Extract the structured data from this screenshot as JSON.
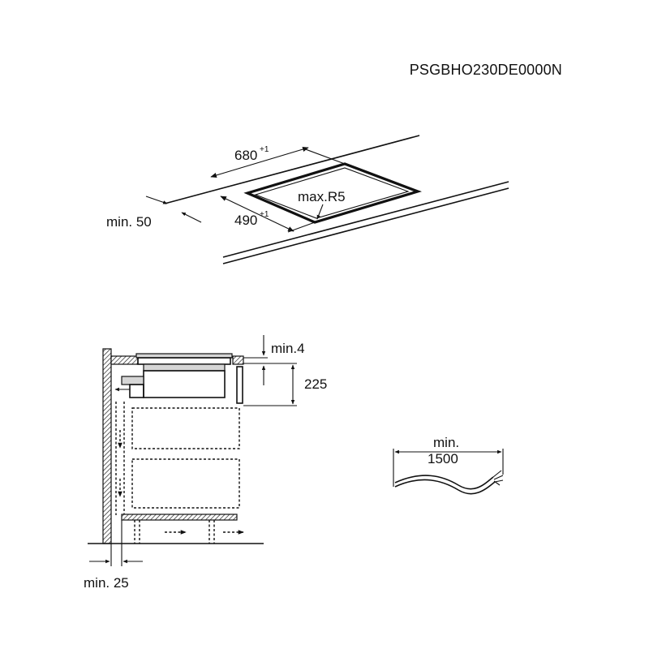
{
  "doc": {
    "product_code": "PSGBHO230DE0000N"
  },
  "cutout": {
    "width_label": "680",
    "width_tol": "+1",
    "depth_label": "490",
    "depth_tol": "+1",
    "radius_label": "max.R5",
    "edge_distance_label": "min. 50"
  },
  "section": {
    "gap_label": "min.4",
    "height_label": "225",
    "wall_distance_label": "min. 25"
  },
  "cable": {
    "min_label": "min.",
    "length_label": "1500"
  }
}
